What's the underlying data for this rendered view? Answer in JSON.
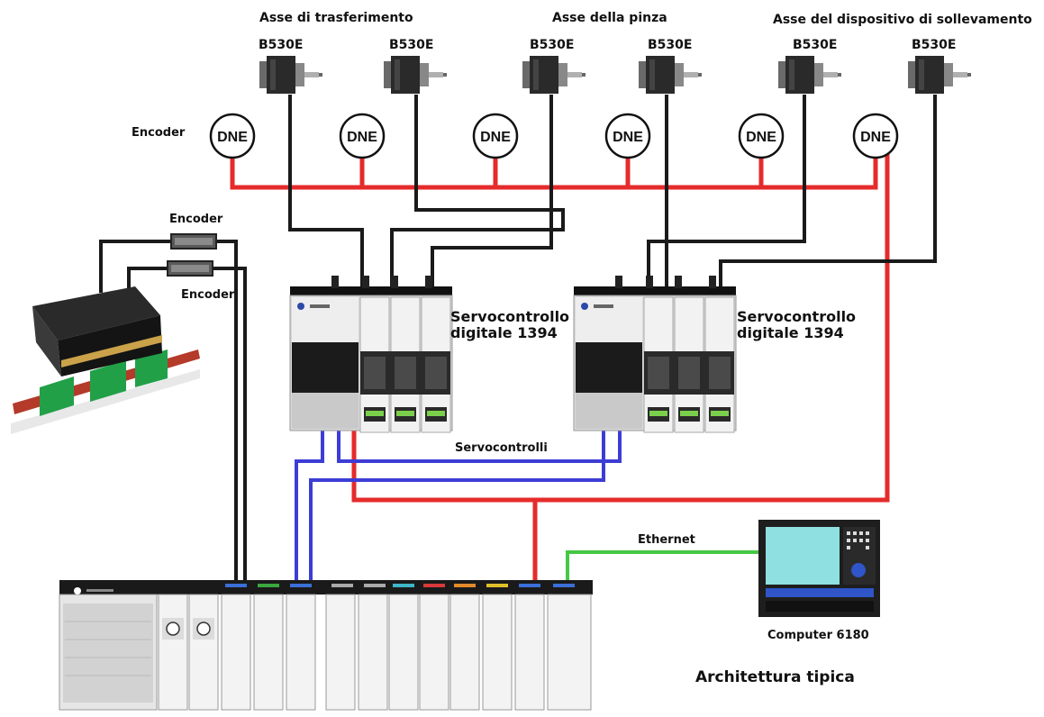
{
  "axes": [
    {
      "label": "Asse di trasferimento"
    },
    {
      "label": "Asse della pinza"
    },
    {
      "label": "Asse del dispositivo di sollevamento"
    }
  ],
  "motors": [
    {
      "label": "B530E"
    },
    {
      "label": "B530E"
    },
    {
      "label": "B530E"
    },
    {
      "label": "B530E"
    },
    {
      "label": "B530E"
    },
    {
      "label": "B530E"
    }
  ],
  "encoder_nodes": [
    {
      "label": "DNE"
    },
    {
      "label": "DNE"
    },
    {
      "label": "DNE"
    },
    {
      "label": "DNE"
    },
    {
      "label": "DNE"
    },
    {
      "label": "DNE"
    }
  ],
  "labels": {
    "encoder_row": "Encoder",
    "encoder_top": "Encoder",
    "encoder_bottom": "Encoder",
    "servo_left_line1": "Servocontrollo",
    "servo_left_line2": "digitale 1394",
    "servo_right_line1": "Servocontrollo",
    "servo_right_line2": "digitale 1394",
    "servocontrolli": "Servocontrolli",
    "ethernet": "Ethernet",
    "computer": "Computer 6180",
    "architecture": "Architettura tipica"
  },
  "colors": {
    "encoder_cable": "#e52b2b",
    "motor_cable": "#1a1a1a",
    "servo_link": "#3d3dd6",
    "ethernet": "#45c845"
  }
}
